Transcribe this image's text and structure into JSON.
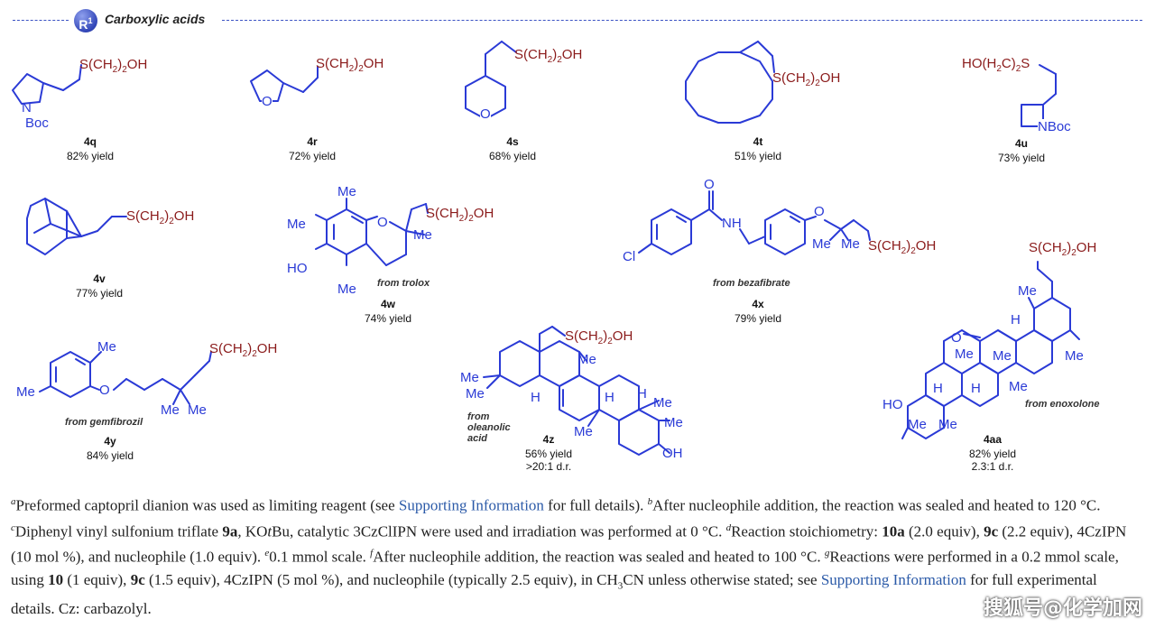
{
  "header": {
    "badge": "R",
    "badge_sup": "1",
    "title": "Carboxylic acids"
  },
  "chain_label": "S(CH",
  "compounds": [
    {
      "id": "4q",
      "yield": "82% yield",
      "atoms": [
        "N",
        "Boc"
      ]
    },
    {
      "id": "4r",
      "yield": "72% yield",
      "atoms": [
        "O"
      ]
    },
    {
      "id": "4s",
      "yield": "68% yield",
      "atoms": [
        "O"
      ]
    },
    {
      "id": "4t",
      "yield": "51% yield"
    },
    {
      "id": "4u",
      "yield": "73% yield",
      "atoms": [
        "NBoc"
      ],
      "chain": "HO(H",
      "chain_mid": "C)",
      "chain_end": "S"
    },
    {
      "id": "4v",
      "yield": "77% yield"
    },
    {
      "id": "4w",
      "yield": "74% yield",
      "from": "from trolox",
      "atoms": [
        "Me",
        "Me",
        "Me",
        "HO",
        "O",
        "Me"
      ]
    },
    {
      "id": "4x",
      "yield": "79% yield",
      "from": "from bezafibrate",
      "atoms": [
        "O",
        "NH",
        "O",
        "Cl",
        "Me",
        "Me"
      ]
    },
    {
      "id": "4y",
      "yield": "84% yield",
      "from": "from gemfibrozil",
      "atoms": [
        "Me",
        "Me",
        "O",
        "Me",
        "Me"
      ]
    },
    {
      "id": "4z",
      "yield": "56% yield",
      "dr": ">20:1 d.r.",
      "from": "from oleanolic acid",
      "atoms": [
        "Me",
        "Me",
        "H",
        "Me",
        "H",
        "H",
        "Me",
        "Me",
        "Me",
        "OH"
      ]
    },
    {
      "id": "4aa",
      "yield": "82% yield",
      "dr": "2.3:1 d.r.",
      "from": "from enoxolone",
      "atoms": [
        "Me",
        "O",
        "H",
        "Me",
        "Me",
        "Me",
        "H",
        "H",
        "Me",
        "HO",
        "Me",
        "Me"
      ]
    }
  ],
  "footnotes": {
    "a": "Preformed captopril dianion was used as limiting reagent (see ",
    "a_link": "Supporting Information",
    "a2": " for full details). ",
    "b": "After nucleophile addition, the reaction was sealed and heated to 120 °C. ",
    "c": "Diphenyl vinyl sulfonium triflate ",
    "c_bold": "9a",
    "c2": ", KO",
    "c_it": "t",
    "c3": "Bu, catalytic 3CzClIPN were used and irradiation was performed at 0 °C. ",
    "d": "Reaction stoichiometry: ",
    "d_b1": "10a",
    "d2": " (2.0 equiv), ",
    "d_b2": "9c",
    "d3": " (2.2 equiv), 4CzIPN (10 mol %), and nucleophile (1.0 equiv). ",
    "e": "0.1 mmol scale. ",
    "f": "After nucleophile addition, the reaction was sealed and heated to 100 °C. ",
    "g": "Reactions were performed in a 0.2 mmol scale, using ",
    "g_b1": "10",
    "g2": " (1 equiv), ",
    "g_b2": "9c",
    "g3": " (1.5 equiv), 4CzIPN (5 mol %), and nucleophile (typically 2.5 equiv), in CH",
    "g_sub": "3",
    "g4": "CN unless otherwise stated; see ",
    "g_link": "Supporting Information",
    "g5": " for full experimental details. Cz: carbazolyl."
  },
  "watermark": "搜狐号@化学加网"
}
